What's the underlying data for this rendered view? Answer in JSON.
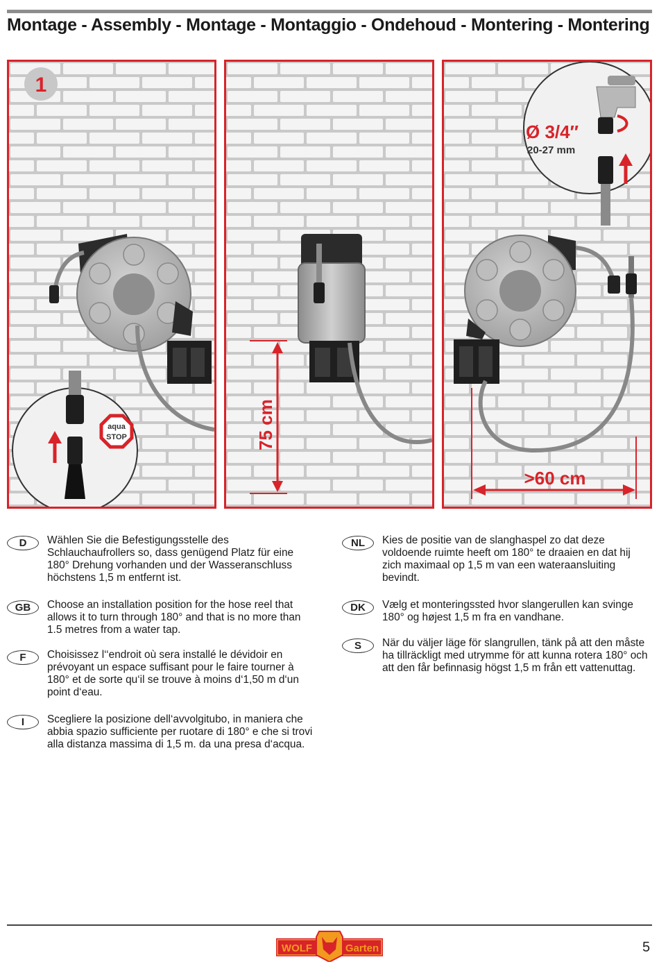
{
  "header": {
    "title": "Montage - Assembly - Montage - Montaggio - Ondehoud - Montering - Montering"
  },
  "figure": {
    "step_number": "1",
    "aqua_stop_line1": "aqua",
    "aqua_stop_line2": "STOP",
    "height_label": "75 cm",
    "distance_label": ">60 cm",
    "thread_label": "Ø 3/4″",
    "thread_range": "20-27 mm"
  },
  "languages": [
    {
      "code": "D",
      "text": "Wählen Sie die Befestigungsstelle des Schlauchaufrollers so, dass genügend Platz für eine 180° Drehung vorhanden und der Wasseranschluss höchstens 1,5 m entfernt ist."
    },
    {
      "code": "GB",
      "text": "Choose an installation position for the hose reel that allows it to turn through 180° and that is no more than 1.5 metres from a water tap."
    },
    {
      "code": "F",
      "text": "Choisissez l‘‘endroit où sera installé le dévidoir en prévoyant un espace suffisant pour le faire tourner à 180° et de sorte qu‘il se trouve à moins d‘1,50 m d‘un point d‘eau."
    },
    {
      "code": "I",
      "text": "Scegliere la posizione dell‘avvolgitubo, in maniera che abbia spazio sufficiente per ruotare di 180° e che si trovi alla distanza massima di 1,5 m. da una presa d‘acqua."
    },
    {
      "code": "NL",
      "text": "Kies de positie van de slanghaspel zo dat deze voldoende ruimte heeft om 180° te draaien en dat hij zich maximaal op 1,5 m van een wateraansluiting bevindt."
    },
    {
      "code": "DK",
      "text": "Vælg et monteringssted hvor slangerullen kan svinge 180° og højest 1,5 m fra en vandhane."
    },
    {
      "code": "S",
      "text": "När du väljer läge för slangrullen, tänk på att den måste ha tillräckligt med utrymme för att kunna rotera 180° och att den får befinnasig högst 1,5 m från ett vattenuttag."
    }
  ],
  "footer": {
    "brand_left": "WOLF",
    "brand_right": "Garten",
    "page_number": "5"
  },
  "colors": {
    "accent_red": "#d8232a",
    "brick": "#f4f4f4",
    "mortar": "#c9c9c9",
    "reel_body": "#a7a7a7",
    "reel_dark": "#2b2b2b",
    "logo_orange": "#f29a1e"
  }
}
